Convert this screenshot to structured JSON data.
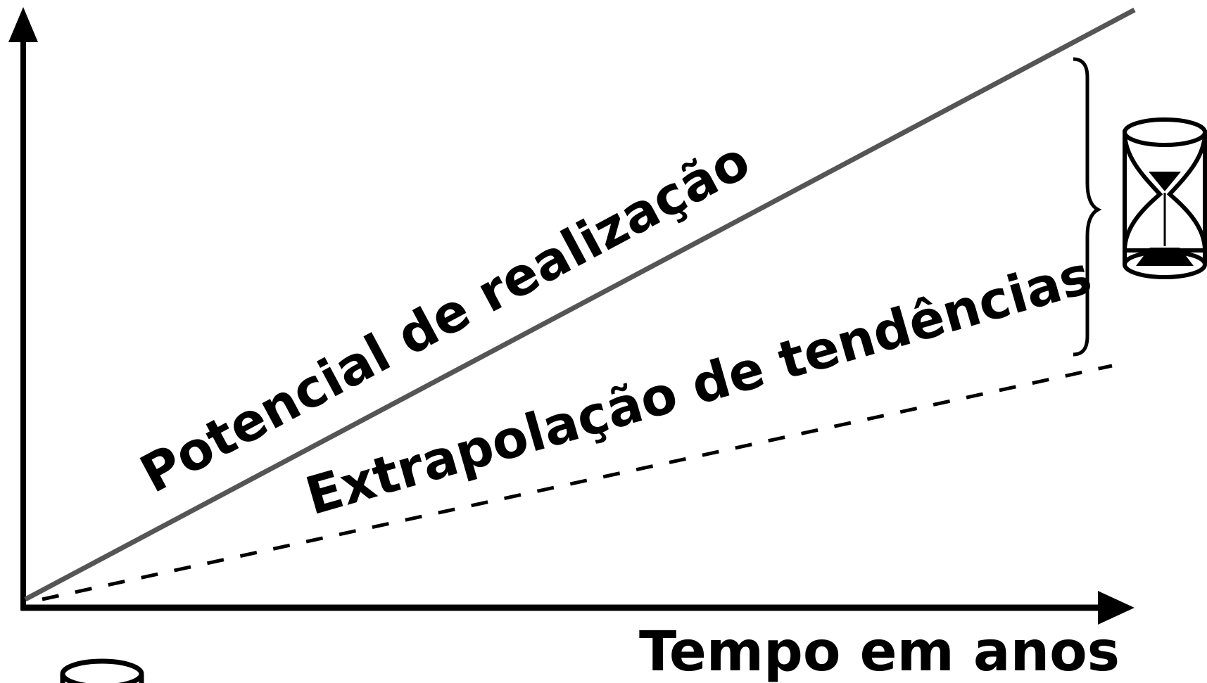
{
  "diagram": {
    "upper_line_label": "Potencial de realização",
    "lower_line_label": "Extrapolação de tendências",
    "x_axis_label": "Tempo em anos",
    "icons": {
      "gap_icon": "hourglass-icon",
      "bottom_partial_icon": "hourglass-icon"
    },
    "colors": {
      "axes": "#000000",
      "potential_line": "#555555",
      "trend_line": "#000000",
      "hourglass_sand": "#000000"
    }
  }
}
